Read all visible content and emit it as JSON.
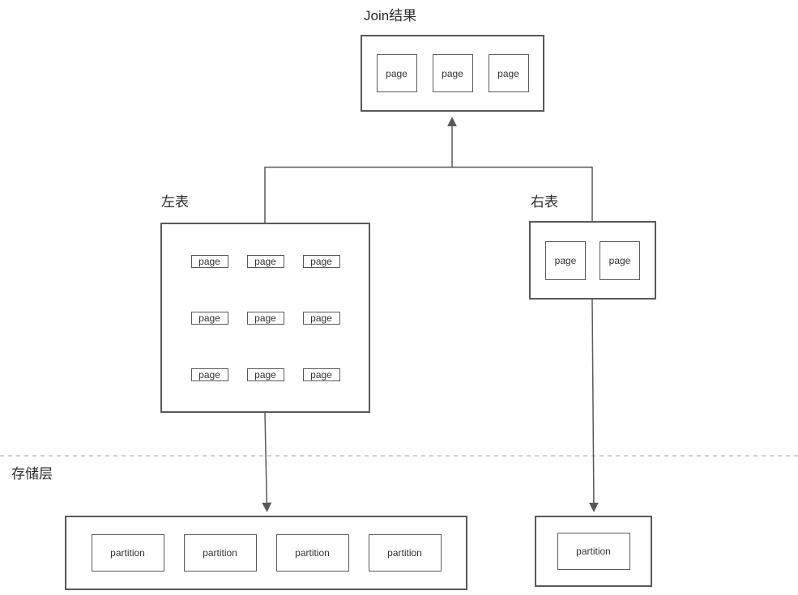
{
  "colors": {
    "line": "#595959",
    "text": "#2b2b2b",
    "divider": "#c2c2c2",
    "bg": "#ffffff"
  },
  "join_result": {
    "title": "Join结果",
    "pages": [
      "page",
      "page",
      "page"
    ]
  },
  "left_table": {
    "title": "左表",
    "pages": [
      "page",
      "page",
      "page",
      "page",
      "page",
      "page",
      "page",
      "page",
      "page"
    ]
  },
  "right_table": {
    "title": "右表",
    "pages": [
      "page",
      "page"
    ]
  },
  "storage": {
    "title": "存储层",
    "left_partitions": [
      "partition",
      "partition",
      "partition",
      "partition"
    ],
    "right_partitions": [
      "partition"
    ]
  }
}
